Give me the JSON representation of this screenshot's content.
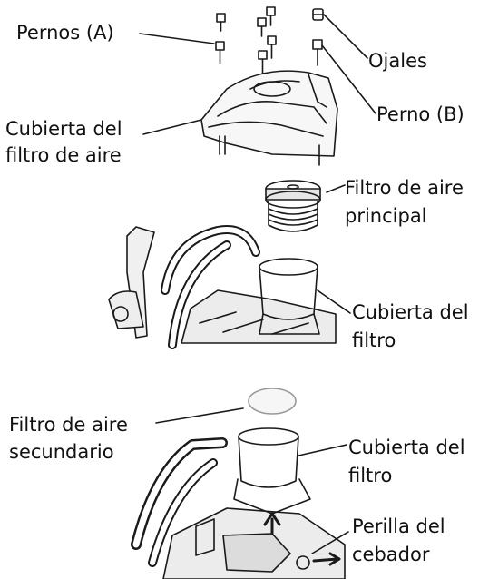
{
  "labels": {
    "bolts_a": "Pernos (A)",
    "grommets": "Ojales",
    "bolt_b": "Perno (B)",
    "air_filter_cover": [
      "Cubierta del",
      "filtro de aire"
    ],
    "primary_air_filter": [
      "Filtro de aire",
      "principal"
    ],
    "filter_cover_top": [
      "Cubierta del",
      "filtro"
    ],
    "secondary_air_filter": [
      "Filtro de aire",
      "secundario"
    ],
    "filter_cover_bottom": [
      "Cubierta del",
      "filtro"
    ],
    "choke_knob": [
      "Perilla del",
      "cebador"
    ]
  },
  "colors": {
    "ink": "#111111",
    "line": "#1a1a1a",
    "fill": "#f4f4f4",
    "shade": "#bdbdbd"
  }
}
